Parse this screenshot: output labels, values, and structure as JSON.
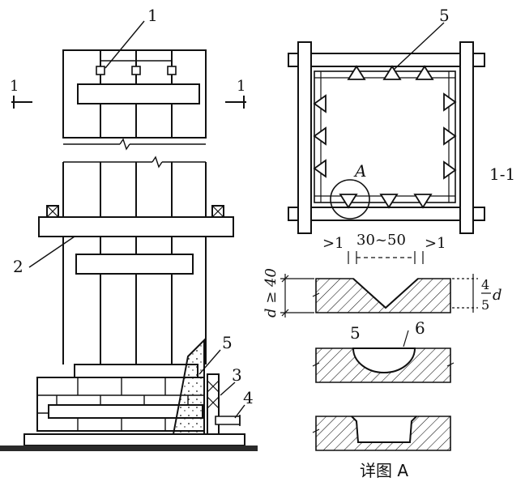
{
  "labels": {
    "n1": "1",
    "n2": "2",
    "n3": "3",
    "n4": "4",
    "n5": "5",
    "n5_plan": "5",
    "n5_detail": "5",
    "n6": "6",
    "sec_left": "1",
    "sec_right": "1",
    "plan_A": "A",
    "section": "1-1",
    "gap_left": ">1",
    "spacing": "30~50",
    "gap_right": ">1",
    "d_min": "d ≥ 40",
    "frac_num": "4",
    "frac_den": "5",
    "frac_d": "d",
    "caption": "详图 A"
  },
  "colors": {
    "ink": "#111111",
    "ground": "#2a2a2a"
  }
}
